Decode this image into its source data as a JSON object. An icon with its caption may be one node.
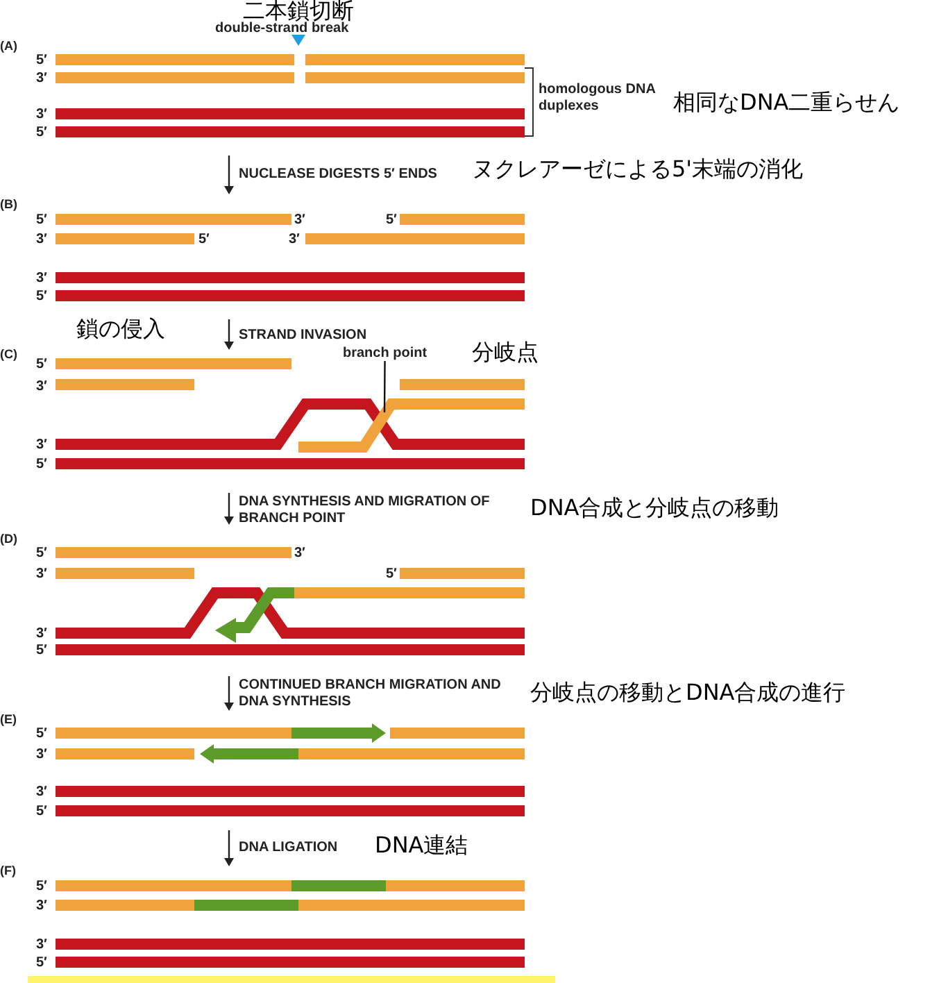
{
  "diagram": {
    "nodes": [
      {
        "text": [
          "branch point"
        ]
      },
      {
        "text": [],
        "shape": "bar"
      }
    ],
    "edges": [
      {
        "from": 0,
        "to": 1,
        "arrow": "none"
      }
    ],
    "labels": [
      "二本鎖切断",
      "double-strand break",
      "(A)",
      "5′",
      "3′",
      "homologous DNA duplexes",
      "相同なDNA二重らせん",
      "3′",
      "5′",
      "NUCLEASE DIGESTS 5′ ENDS",
      "ヌクレアーゼによる5'末端の消化",
      "(B)",
      "5′",
      "3′",
      "5′",
      "3′",
      "5′",
      "3′",
      "3′",
      "5′",
      "鎖の侵入",
      "STRAND INVASION",
      "(C)",
      "分岐点",
      "5′",
      "3′",
      "3′",
      "5′",
      "DNA SYNTHESIS AND MIGRATION OF BRANCH POINT",
      "DNA合成と分岐点の移動",
      "(D)",
      "5′",
      "3′",
      "3′",
      "5′",
      "3′",
      "5′",
      "CONTINUED BRANCH MIGRATION AND DNA SYNTHESIS",
      "分岐点の移動とDNA合成の進行",
      "(E)",
      "5′",
      "3′",
      "3′",
      "5′",
      "DNA LIGATION",
      "DNA連結",
      "(F)",
      "5′",
      "3′",
      "3′",
      "5′"
    ]
  }
}
